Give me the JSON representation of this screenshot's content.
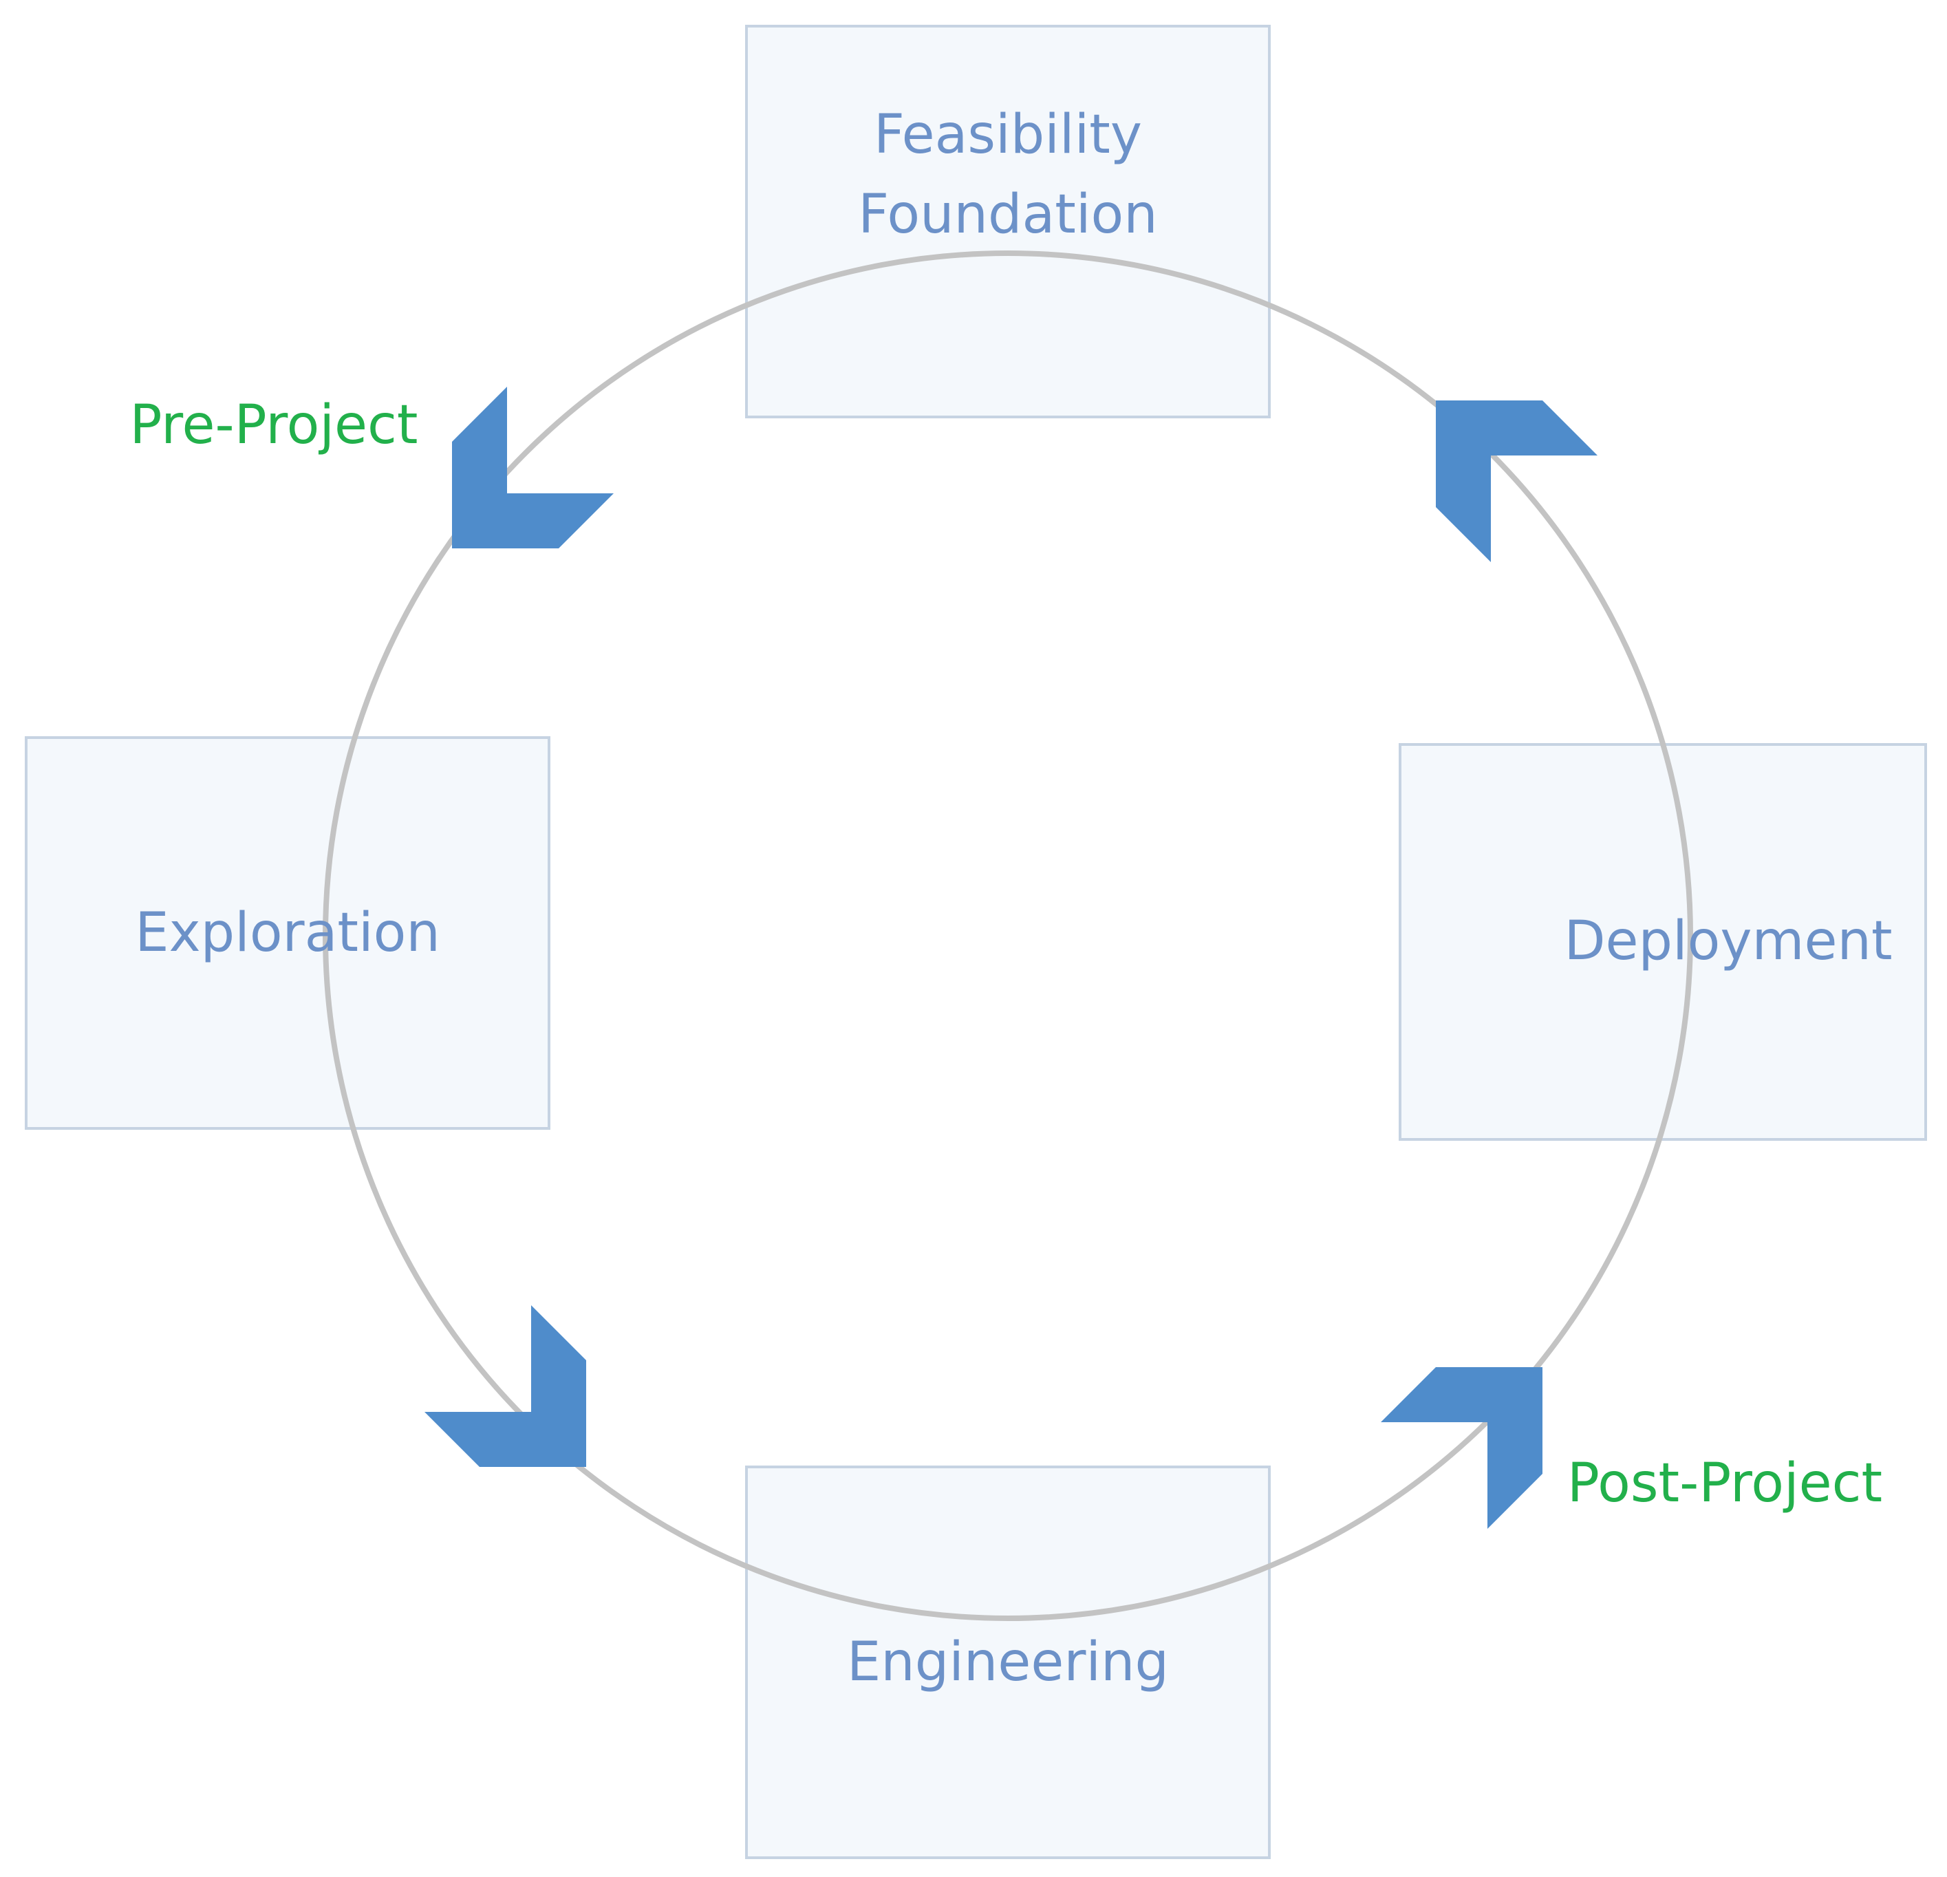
{
  "phases": {
    "feasibility_foundation": {
      "line1": "Feasibility",
      "line2": "Foundation"
    },
    "exploration": {
      "label": "Exploration"
    },
    "engineering": {
      "label": "Engineering"
    },
    "deployment": {
      "label": "Deployment"
    }
  },
  "stages": {
    "pre_project": "Pre-Project",
    "post_project": "Post-Project"
  },
  "colors": {
    "box_fill": "#f4f8fc",
    "box_border": "#c6d3e2",
    "ring": "#c3c3c3",
    "chevron": "#4f8ccb",
    "phase_text": "#6c91c8",
    "stage_text": "#22b04b"
  }
}
